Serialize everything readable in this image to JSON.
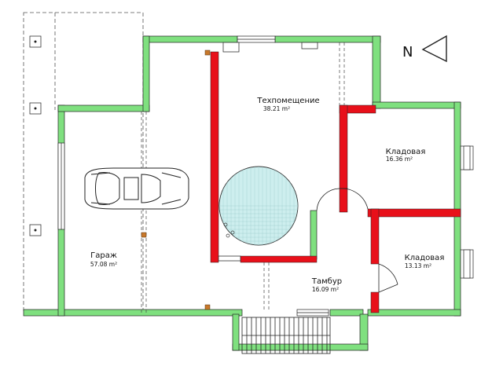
{
  "north_label": "N",
  "colors": {
    "outer_wall": "#7fe07f",
    "inner_wall": "#e8101a",
    "wall_outline": "#222222",
    "pool_fill": "#cdeeee",
    "column": "#c8782a"
  },
  "rooms": [
    {
      "id": "garage",
      "name": "Гараж",
      "area": "57.08 m²"
    },
    {
      "id": "tech",
      "name": "Техпомещение",
      "area": "38.21 m²"
    },
    {
      "id": "storage1",
      "name": "Кладовая",
      "area": "16.36 m²"
    },
    {
      "id": "storage2",
      "name": "Кладовая",
      "area": "13.13 m²"
    },
    {
      "id": "tambur",
      "name": "Тамбур",
      "area": "16.09 m²"
    }
  ],
  "icons": {
    "north": "north-arrow-icon",
    "car": "car-icon",
    "pool": "pool-icon",
    "stairs": "stairs-icon"
  }
}
